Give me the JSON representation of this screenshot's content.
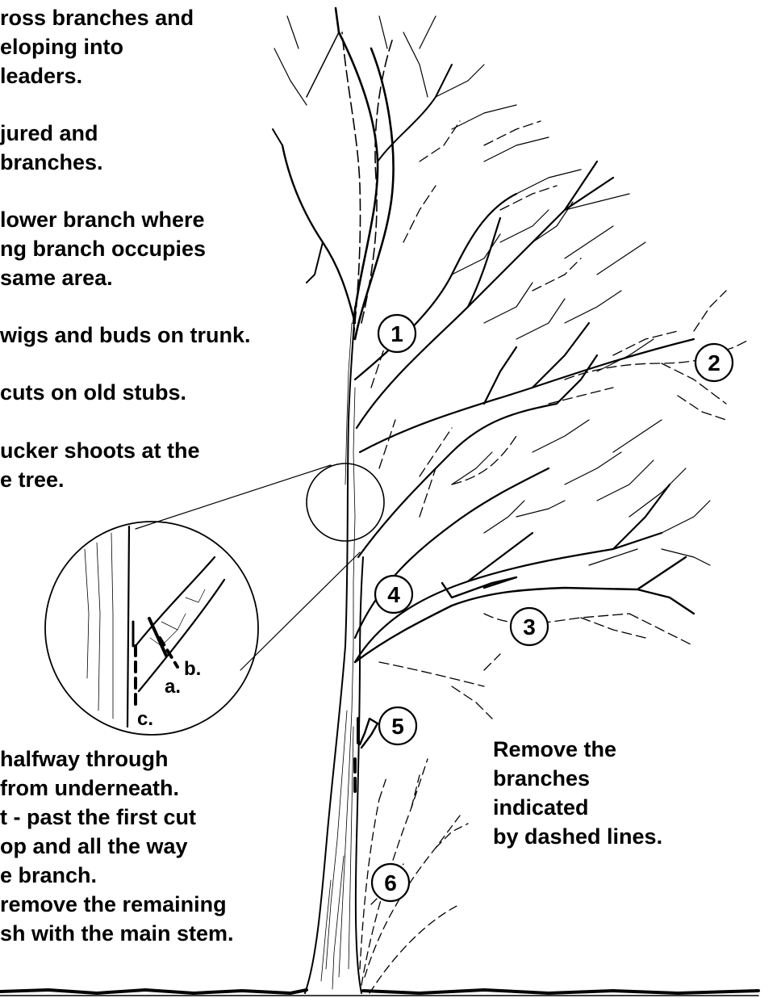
{
  "instructions_top": [
    "ross branches and",
    "eloping into",
    "leaders.",
    "jured and",
    "branches.",
    "lower branch where",
    "ng branch occupies",
    "same area.",
    "wigs and buds on trunk.",
    "cuts on old stubs.",
    "ucker shoots at the",
    "e tree."
  ],
  "instructions_bottom": [
    "halfway through",
    "from underneath.",
    "t - past the first cut",
    "op and all the way",
    "e branch.",
    "remove the remaining",
    "sh with the main stem."
  ],
  "callout_lines": [
    "Remove the",
    "branches",
    "indicated",
    "by dashed lines."
  ],
  "markers": [
    "1",
    "2",
    "3",
    "4",
    "5",
    "6"
  ],
  "cut_labels": [
    "a.",
    "b.",
    "c."
  ]
}
